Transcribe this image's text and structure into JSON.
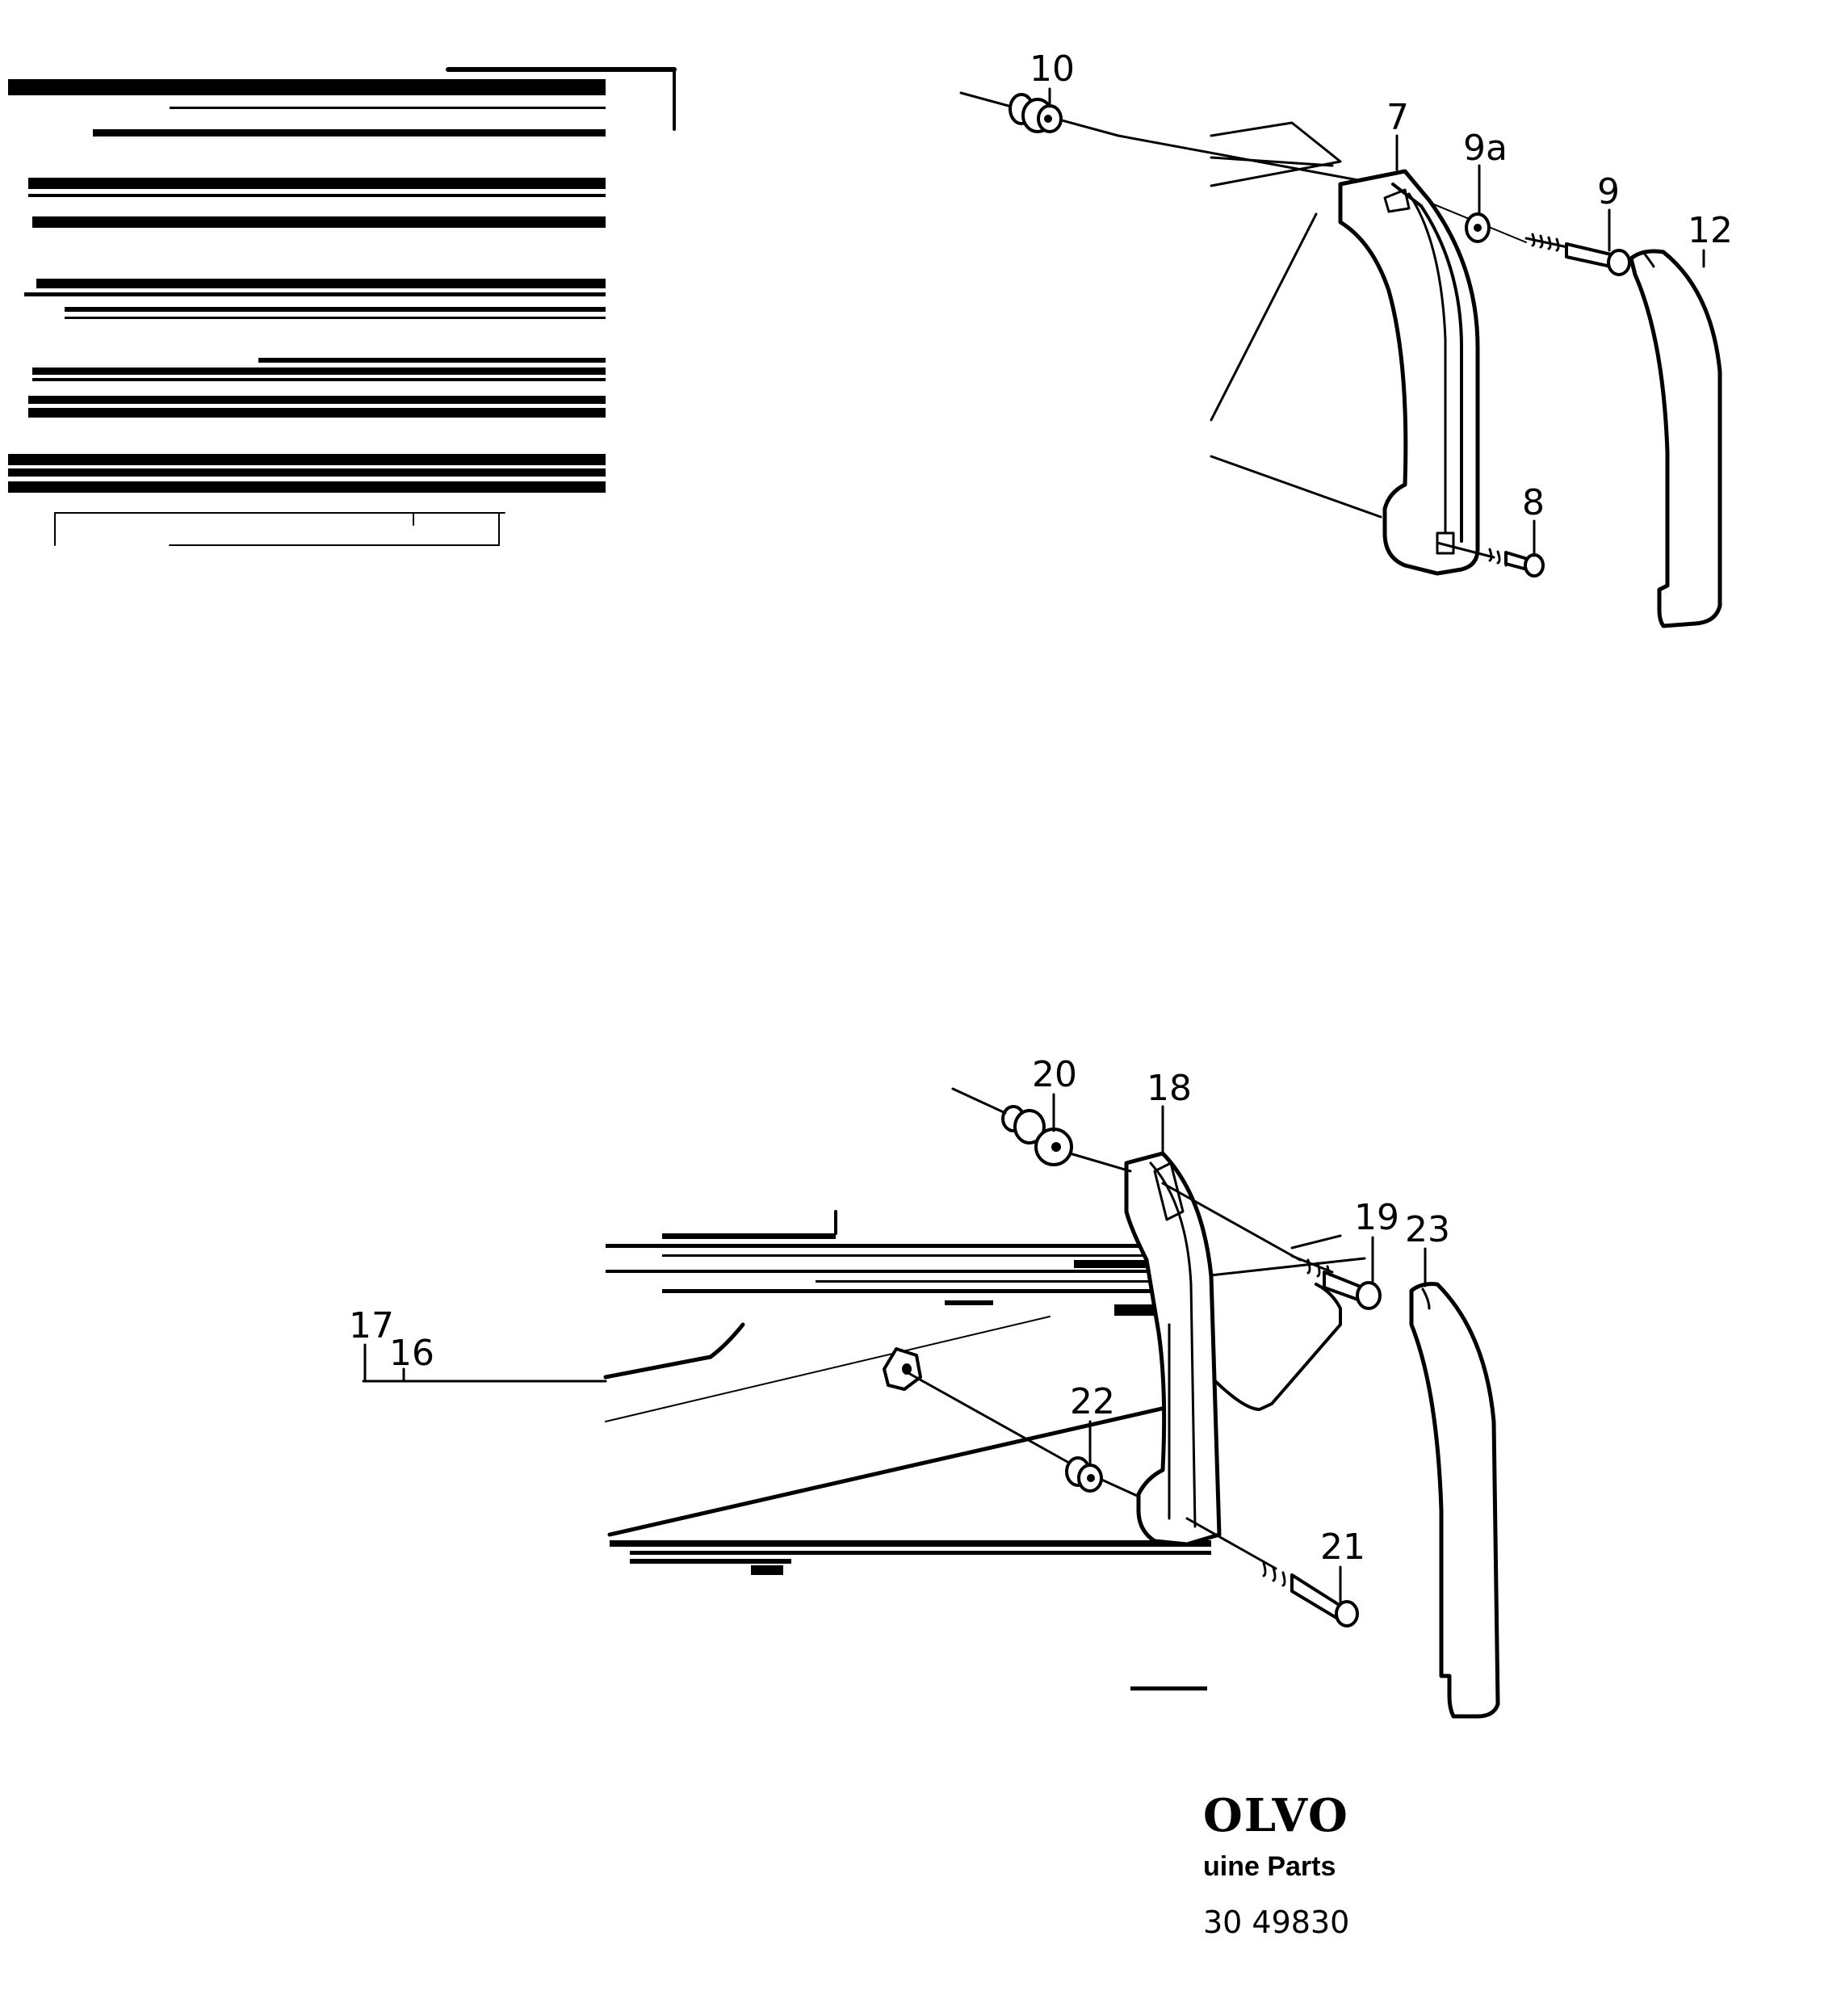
{
  "callouts": {
    "c10": "10",
    "c7": "7",
    "c9a": "9a",
    "c9": "9",
    "c12": "12",
    "c8": "8",
    "c20": "20",
    "c18": "18",
    "c19": "19",
    "c23": "23",
    "c17": "17",
    "c16": "16",
    "c22": "22",
    "c21": "21"
  },
  "footer": {
    "brand": "OLVO",
    "subtitle": "uine Parts",
    "doc_number": "30  49830"
  },
  "icons": [
    "scanned-stripe-artifact",
    "rubber-bushing-icon",
    "washer-icon",
    "bolt-icon",
    "trim-cover-icon",
    "bracket-icon",
    "door-frame-icon"
  ]
}
